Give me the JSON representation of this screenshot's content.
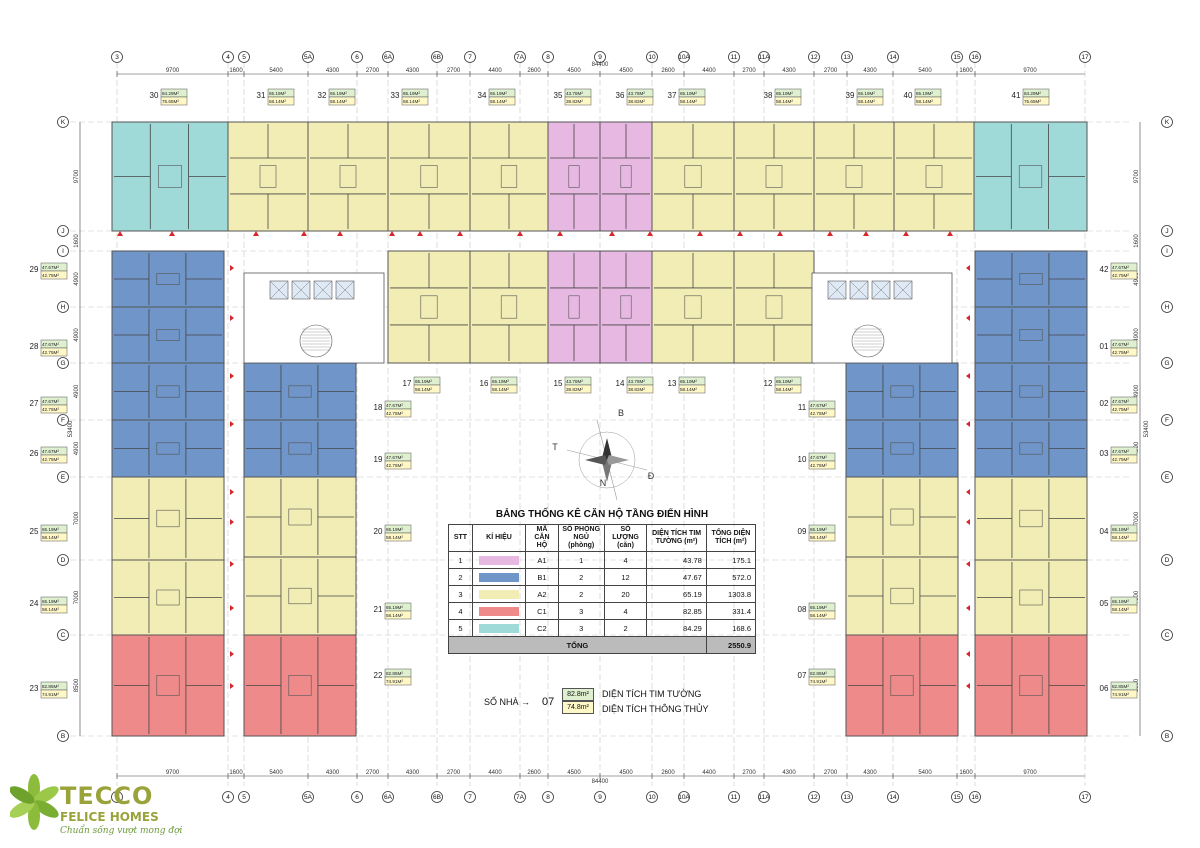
{
  "colors": {
    "A1": "#e7b8e2",
    "B1": "#6f95c9",
    "A2": "#f2edb5",
    "C1": "#ee8a8a",
    "C2": "#9fd9d8"
  },
  "units": [
    {
      "no": "30",
      "type": "C2",
      "area_top": "84.29M²",
      "area_bot": "75.65M²"
    },
    {
      "no": "31",
      "type": "A2",
      "area_top": "65.19M²",
      "area_bot": "58.14M²"
    },
    {
      "no": "32",
      "type": "A2",
      "area_top": "65.19M²",
      "area_bot": "58.14M²"
    },
    {
      "no": "33",
      "type": "A2",
      "area_top": "65.19M²",
      "area_bot": "58.14M²"
    },
    {
      "no": "34",
      "type": "A2",
      "area_top": "65.19M²",
      "area_bot": "58.14M²"
    },
    {
      "no": "35",
      "type": "A1",
      "area_top": "43.78M²",
      "area_bot": "38.82M²"
    },
    {
      "no": "36",
      "type": "A1",
      "area_top": "43.78M²",
      "area_bot": "38.82M²"
    },
    {
      "no": "37",
      "type": "A2",
      "area_top": "65.19M²",
      "area_bot": "58.14M²"
    },
    {
      "no": "38",
      "type": "A2",
      "area_top": "65.19M²",
      "area_bot": "58.14M²"
    },
    {
      "no": "39",
      "type": "A2",
      "area_top": "65.19M²",
      "area_bot": "58.14M²"
    },
    {
      "no": "40",
      "type": "A2",
      "area_top": "65.19M²",
      "area_bot": "58.14M²"
    },
    {
      "no": "41",
      "type": "C2",
      "area_top": "84.29M²",
      "area_bot": "75.65M²"
    },
    {
      "no": "29",
      "type": "B1",
      "area_top": "47.67M²",
      "area_bot": "42.75M²"
    },
    {
      "no": "28",
      "type": "B1",
      "area_top": "47.67M²",
      "area_bot": "42.75M²"
    },
    {
      "no": "27",
      "type": "B1",
      "area_top": "47.67M²",
      "area_bot": "42.75M²"
    },
    {
      "no": "26",
      "type": "B1",
      "area_top": "47.67M²",
      "area_bot": "42.75M²"
    },
    {
      "no": "25",
      "type": "A2",
      "area_top": "65.19M²",
      "area_bot": "58.14M²"
    },
    {
      "no": "24",
      "type": "A2",
      "area_top": "65.19M²",
      "area_bot": "58.14M²"
    },
    {
      "no": "23",
      "type": "C1",
      "area_top": "82.85M²",
      "area_bot": "74.91M²"
    },
    {
      "no": "42",
      "type": "B1",
      "area_top": "47.67M²",
      "area_bot": "42.75M²"
    },
    {
      "no": "01",
      "type": "B1",
      "area_top": "47.67M²",
      "area_bot": "42.75M²"
    },
    {
      "no": "02",
      "type": "B1",
      "area_top": "47.67M²",
      "area_bot": "42.75M²"
    },
    {
      "no": "03",
      "type": "B1",
      "area_top": "47.67M²",
      "area_bot": "42.75M²"
    },
    {
      "no": "04",
      "type": "A2",
      "area_top": "65.19M²",
      "area_bot": "58.14M²"
    },
    {
      "no": "05",
      "type": "A2",
      "area_top": "65.19M²",
      "area_bot": "58.14M²"
    },
    {
      "no": "06",
      "type": "C1",
      "area_top": "82.85M²",
      "area_bot": "74.91M²"
    },
    {
      "no": "18",
      "type": "B1",
      "area_top": "47.67M²",
      "area_bot": "42.75M²"
    },
    {
      "no": "19",
      "type": "B1",
      "area_top": "47.67M²",
      "area_bot": "42.75M²"
    },
    {
      "no": "20",
      "type": "A2",
      "area_top": "65.19M²",
      "area_bot": "58.14M²"
    },
    {
      "no": "21",
      "type": "A2",
      "area_top": "65.19M²",
      "area_bot": "58.14M²"
    },
    {
      "no": "22",
      "type": "C1",
      "area_top": "82.85M²",
      "area_bot": "74.91M²"
    },
    {
      "no": "11",
      "type": "B1",
      "area_top": "47.67M²",
      "area_bot": "42.75M²"
    },
    {
      "no": "10",
      "type": "B1",
      "area_top": "47.67M²",
      "area_bot": "42.75M²"
    },
    {
      "no": "09",
      "type": "A2",
      "area_top": "65.19M²",
      "area_bot": "58.14M²"
    },
    {
      "no": "08",
      "type": "A2",
      "area_top": "65.19M²",
      "area_bot": "58.14M²"
    },
    {
      "no": "07",
      "type": "C1",
      "area_top": "82.85M²",
      "area_bot": "74.91M²"
    },
    {
      "no": "17",
      "type": "A2",
      "area_top": "65.19M²",
      "area_bot": "58.14M²"
    },
    {
      "no": "16",
      "type": "A2",
      "area_top": "65.19M²",
      "area_bot": "58.14M²"
    },
    {
      "no": "15",
      "type": "A1",
      "area_top": "43.78M²",
      "area_bot": "38.82M²"
    },
    {
      "no": "14",
      "type": "A1",
      "area_top": "43.78M²",
      "area_bot": "38.82M²"
    },
    {
      "no": "13",
      "type": "A2",
      "area_top": "65.19M²",
      "area_bot": "58.14M²"
    },
    {
      "no": "12",
      "type": "A2",
      "area_top": "65.19M²",
      "area_bot": "58.14M²"
    }
  ],
  "grid_top": [
    "3",
    "4",
    "5",
    "5A",
    "6",
    "6A",
    "6B",
    "7",
    "7A",
    "8",
    "9",
    "10",
    "10A",
    "11",
    "11A",
    "12",
    "13",
    "14",
    "15",
    "16",
    "17"
  ],
  "grid_side": [
    "K",
    "J",
    "I",
    "H",
    "G",
    "F",
    "E",
    "D",
    "C",
    "B"
  ],
  "dims_top": [
    "9700",
    "1600",
    "5400",
    "4300",
    "2700",
    "4300",
    "2700",
    "4400",
    "2600",
    "4500",
    "4500",
    "2600",
    "4400",
    "2700",
    "4300",
    "2700",
    "4300",
    "5400",
    "1600",
    "9700"
  ],
  "dim_total": "84400",
  "dims_side": [
    "9700",
    "1600",
    "4900",
    "4900",
    "4900",
    "4900",
    "7000",
    "7000",
    "8500"
  ],
  "dim_side_total": "53400",
  "compass": {
    "n": "B",
    "s": "N",
    "e": "Đ",
    "w": "T"
  },
  "stats": {
    "title": "BẢNG THỐNG KÊ CĂN HỘ TẦNG ĐIỂN HÌNH",
    "headers": [
      "STT",
      "KÍ HIỆU",
      "MÃ CĂN HỘ",
      "SỐ PHÒNG NGỦ (phòng)",
      "SỐ LƯỢNG (căn)",
      "DIỆN TÍCH TIM TƯỜNG (m²)",
      "TỔNG DIỆN TÍCH (m²)"
    ],
    "rows": [
      {
        "stt": "1",
        "code": "A1",
        "beds": "1",
        "qty": "4",
        "area": "43.78",
        "total": "175.1",
        "color": "#e7b8e2"
      },
      {
        "stt": "2",
        "code": "B1",
        "beds": "2",
        "qty": "12",
        "area": "47.67",
        "total": "572.0",
        "color": "#6f95c9"
      },
      {
        "stt": "3",
        "code": "A2",
        "beds": "2",
        "qty": "20",
        "area": "65.19",
        "total": "1303.8",
        "color": "#f2edb5"
      },
      {
        "stt": "4",
        "code": "C1",
        "beds": "3",
        "qty": "4",
        "area": "82.85",
        "total": "331.4",
        "color": "#ee8a8a"
      },
      {
        "stt": "5",
        "code": "C2",
        "beds": "3",
        "qty": "2",
        "area": "84.29",
        "total": "168.6",
        "color": "#9fd9d8"
      }
    ],
    "total_label": "TỔNG",
    "total_value": "2550.9"
  },
  "legend": {
    "label": "SỐ NHÀ",
    "arrow": "→",
    "number": "07",
    "area_top": "82.8m²",
    "area_bot": "74.8m²",
    "text_top": "DIỆN TÍCH TIM TƯỜNG",
    "text_bot": "DIỆN TÍCH THÔNG THỦY"
  },
  "logo": {
    "brand": "TECCO",
    "sub": "FELICE HOMES",
    "slogan": "Chuẩn sống vượt mong đợi"
  }
}
